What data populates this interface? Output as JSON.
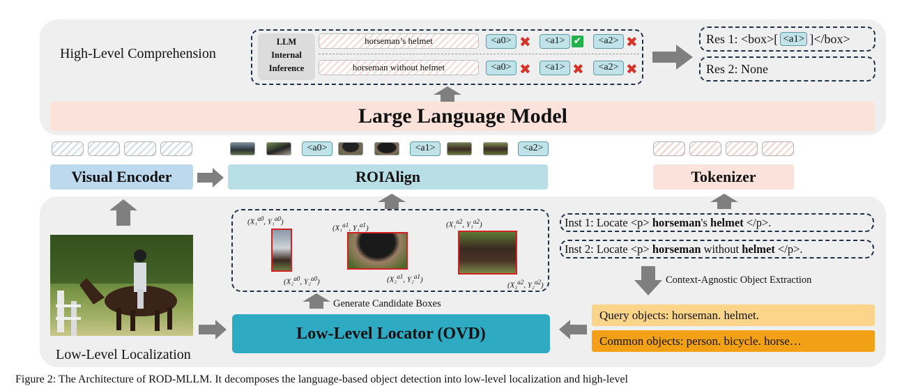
{
  "high_level": {
    "label": "High-Level Comprehension",
    "llm_internal": [
      "LLM",
      "Internal",
      "Inference"
    ],
    "inference_rows": [
      {
        "text": "horseman’s helmet",
        "tokens": [
          "<a0>",
          "<a1>",
          "<a2>"
        ],
        "marks": [
          "cross",
          "check",
          "cross"
        ]
      },
      {
        "text": "horseman without helmet",
        "tokens": [
          "<a0>",
          "<a1>",
          "<a2>"
        ],
        "marks": [
          "cross",
          "cross",
          "cross"
        ]
      }
    ],
    "res1_prefix": "Res 1: <box>[",
    "res1_token": "<a1>",
    "res1_suffix": "]</box>",
    "res2": "Res 2: None"
  },
  "llm": {
    "label": "Large Language Model"
  },
  "encoders": {
    "visual_encoder": "Visual Encoder",
    "roi_align": "ROIAlign",
    "tokenizer": "Tokenizer",
    "roi_tokens": [
      "<a0>",
      "<a1>",
      "<a2>"
    ]
  },
  "low_level": {
    "label": "Low-Level Localization",
    "locator": "Low-Level Locator (OVD)",
    "generate_label": "Generate Candidate Boxes",
    "extraction_label": "Context-Agnostic Object Extraction",
    "query_objects": "Query objects: horseman. helmet.",
    "common_objects": "Common objects: person. bicycle. horse…",
    "inst1": {
      "prefix": "Inst 1: Locate <p> ",
      "b1": "horseman",
      "mid": "'s ",
      "b2": "helmet",
      "suffix": " </p>."
    },
    "inst2": {
      "prefix": "Inst 2: Locate <p> ",
      "b1": "horseman",
      "mid": " without ",
      "b2": "helmet",
      "suffix": " </p>."
    }
  },
  "colors": {
    "panel": "#efefef",
    "llm_bar": "#fbe3dc",
    "visual_encoder": "#bcd9ee",
    "roi_align": "#b8dfe5",
    "tokenizer": "#fbe3dc",
    "locator": "#2eabc2",
    "query_objects": "#fcd48a",
    "common_objects": "#f2a116",
    "cross": "#d6342b",
    "check": "#22b14c"
  },
  "caption": "Figure 2: The Architecture of ROD-MLLM. It decomposes the language-based object detection into low-level localization and high-level"
}
